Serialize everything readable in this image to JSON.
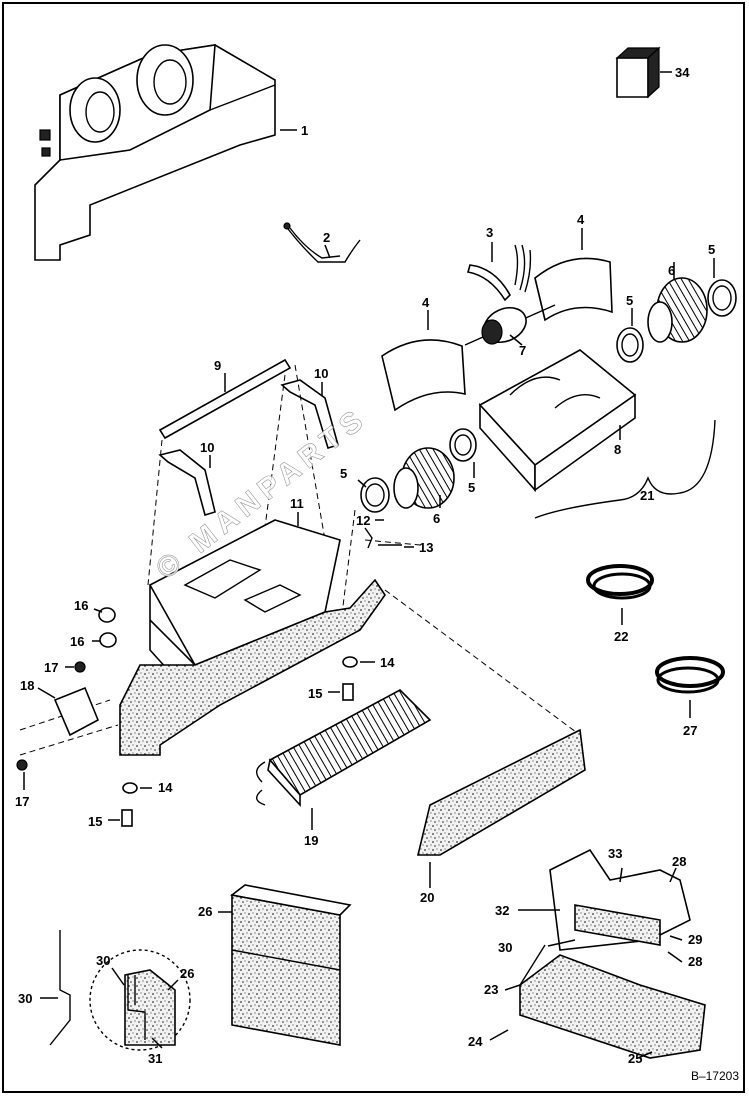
{
  "drawing_number": "B–17203",
  "watermark_text": "© MANPARTS",
  "callouts": {
    "c1": "1",
    "c2": "2",
    "c3": "3",
    "c4a": "4",
    "c4b": "4",
    "c5a": "5",
    "c5b": "5",
    "c5c": "5",
    "c5d": "5",
    "c6a": "6",
    "c6b": "6",
    "c7": "7",
    "c8": "8",
    "c9": "9",
    "c10a": "10",
    "c10b": "10",
    "c11": "11",
    "c12": "12",
    "c13": "13",
    "c14a": "14",
    "c14b": "14",
    "c15a": "15",
    "c15b": "15",
    "c16a": "16",
    "c16b": "16",
    "c17a": "17",
    "c17b": "17",
    "c18": "18",
    "c19": "19",
    "c20": "20",
    "c21": "21",
    "c22": "22",
    "c23": "23",
    "c24": "24",
    "c25": "25",
    "c26a": "26",
    "c26b": "26",
    "c27": "27",
    "c28a": "28",
    "c28b": "28",
    "c29": "29",
    "c30a": "30",
    "c30b": "30",
    "c30c": "30",
    "c31": "31",
    "c32": "32",
    "c33": "33",
    "c34": "34"
  }
}
